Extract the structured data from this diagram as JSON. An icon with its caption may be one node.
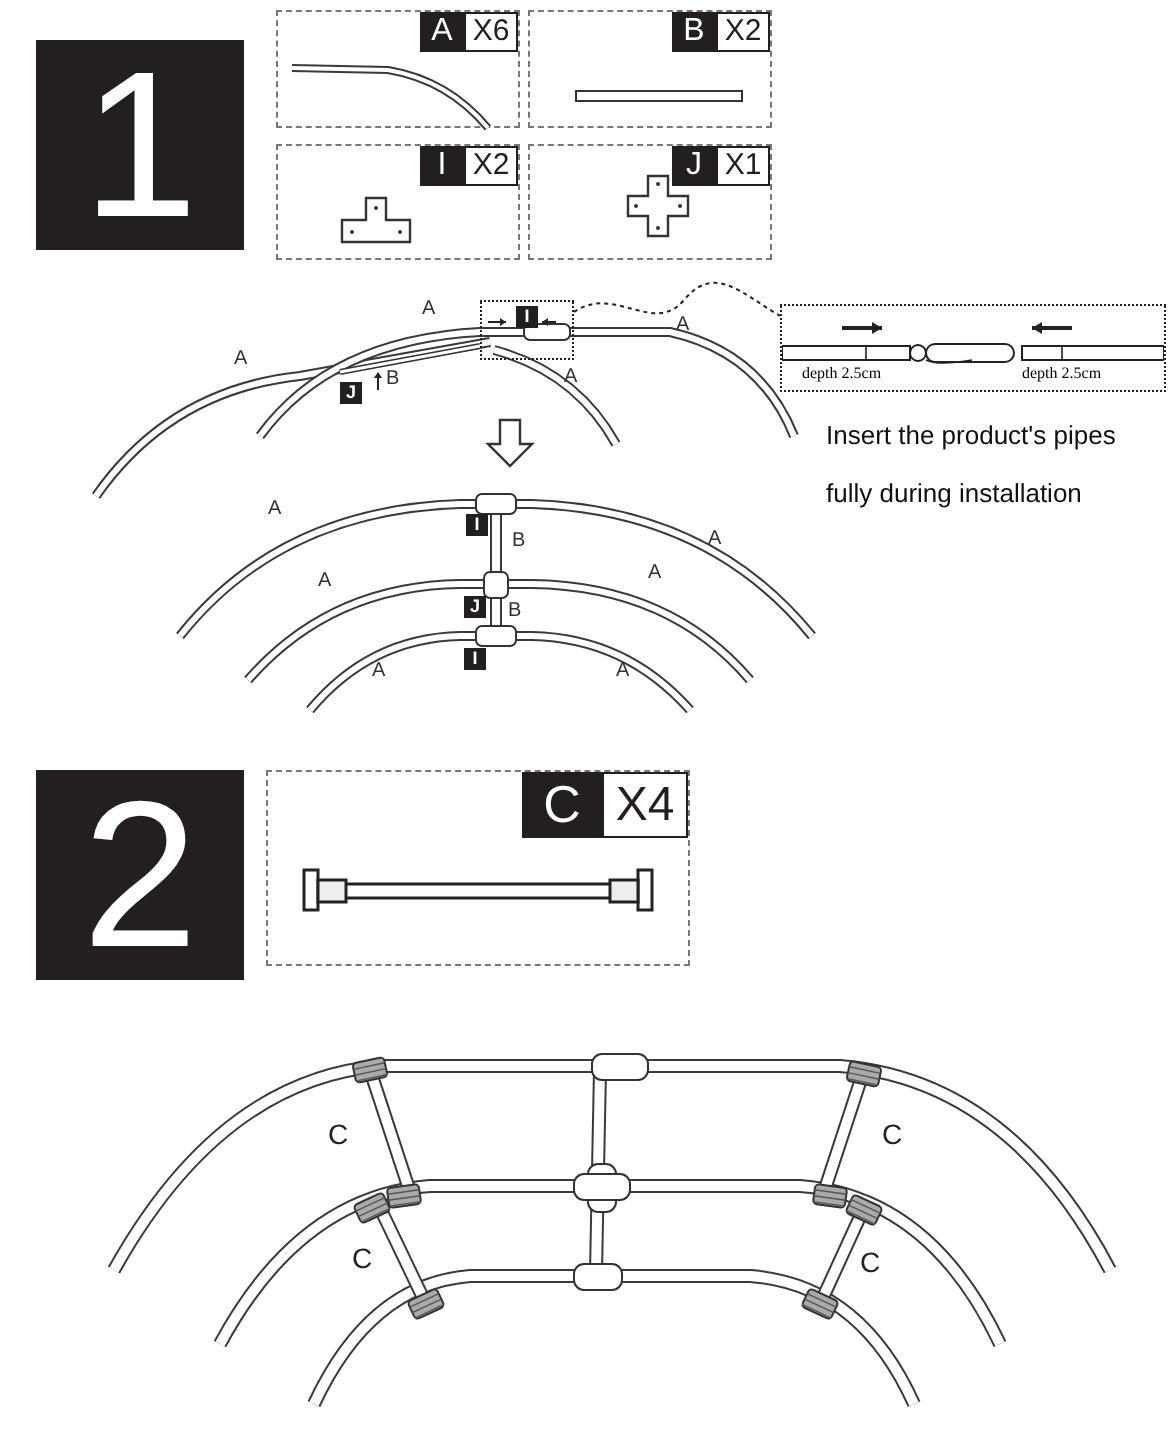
{
  "diagram": {
    "nodes": [
      {
        "text": [
          "1"
        ]
      },
      {
        "text": [
          "A",
          "X6"
        ]
      },
      {
        "text": [
          "B",
          "X2"
        ]
      },
      {
        "text": [
          "I",
          "X2"
        ]
      },
      {
        "text": [
          "J",
          "X1"
        ]
      },
      {
        "text": [
          "I"
        ]
      },
      {
        "text": [
          "depth 2.5cm",
          "depth 2.5cm"
        ]
      },
      {
        "text": [
          "2"
        ]
      },
      {
        "text": [
          "C",
          "X4"
        ]
      }
    ],
    "edges": [
      {
        "from": 5,
        "to": 6,
        "arrow": "none",
        "style": "dashed"
      }
    ],
    "labels": [
      "A",
      "A",
      "A",
      "A",
      "J",
      "B",
      "Insert the product's pipes fully during installation",
      "A",
      "A",
      "I",
      "B",
      "A",
      "A",
      "J",
      "B",
      "A",
      "A",
      "I",
      "C",
      "C",
      "C",
      "C"
    ]
  }
}
